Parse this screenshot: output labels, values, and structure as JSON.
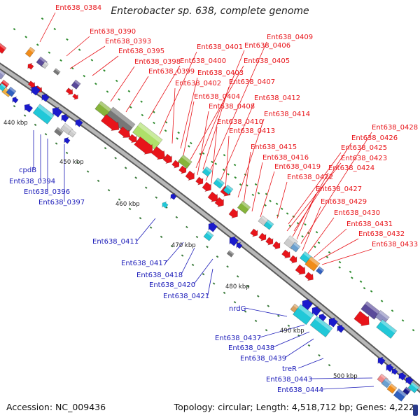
{
  "title": "Enterobacter sp. 638, complete genome",
  "footer": {
    "accession": "Accession: NC_009436",
    "summary": "Topology: circular; Length: 4,518,712 bp; Genes: 4,222"
  },
  "colors": {
    "forward_label": "#e8141a",
    "reverse_label": "#1a1ab8",
    "backbone": "#8a8a8a",
    "tick": "#2e8b2e"
  },
  "scale_ticks": [
    "440 kbp",
    "450 kbp",
    "460 kbp",
    "470 kbp",
    "480 kbp",
    "490 kbp",
    "500 kbp"
  ],
  "forward_labels": [
    "Ent638_0384",
    "Ent638_0390",
    "Ent638_0393",
    "Ent638_0395",
    "Ent638_0398",
    "Ent638_0399",
    "Ent638_0400",
    "Ent638_0401",
    "Ent638_0402",
    "Ent638_0403",
    "Ent638_0404",
    "Ent638_0405",
    "Ent638_0406",
    "Ent638_0407",
    "Ent638_0408",
    "Ent638_0409",
    "Ent638_0410",
    "Ent638_0412",
    "Ent638_0413",
    "Ent638_0414",
    "Ent638_0415",
    "Ent638_0416",
    "Ent638_0419",
    "Ent638_0422",
    "Ent638_0423",
    "Ent638_0424",
    "Ent638_0425",
    "Ent638_0426",
    "Ent638_0427",
    "Ent638_0428",
    "Ent638_0429",
    "Ent638_0430",
    "Ent638_0431",
    "Ent638_0432",
    "Ent638_0433"
  ],
  "reverse_labels": [
    "cpdB",
    "Ent638_0394",
    "Ent638_0396",
    "Ent638_0397",
    "Ent638_0411",
    "Ent638_0417",
    "Ent638_0418",
    "Ent638_0420",
    "Ent638_0421",
    "nrdG",
    "Ent638_0437",
    "Ent638_0438",
    "Ent638_0439",
    "treR",
    "Ent638_0443",
    "Ent638_0444"
  ]
}
